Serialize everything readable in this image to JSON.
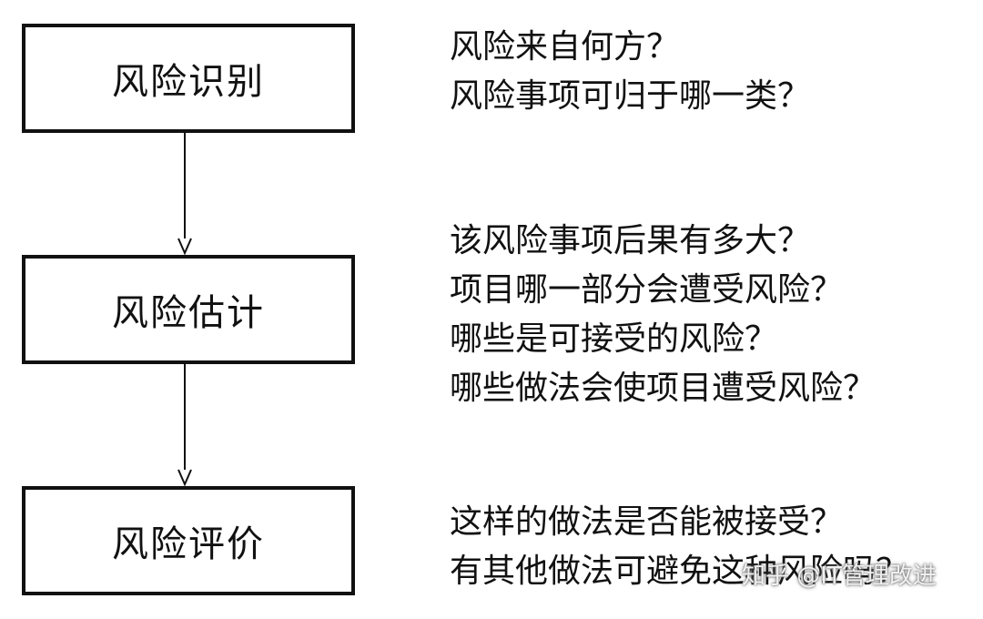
{
  "steps": [
    {
      "label": "风险识别",
      "questions": [
        "风险来自何方？",
        "风险事项可归于哪一类？"
      ]
    },
    {
      "label": "风险估计",
      "questions": [
        "该风险事项后果有多大？",
        "项目哪一部分会遭受风险？",
        "哪些是可接受的风险？",
        "哪些做法会使项目遭受风险？"
      ]
    },
    {
      "label": "风险评价",
      "questions": [
        "这样的做法是否能被接受？",
        "有其他做法可避免这种风险吗？"
      ]
    }
  ],
  "watermark": "知乎 @IT管理改进",
  "colors": {
    "line": "#111111",
    "background": "#ffffff"
  }
}
